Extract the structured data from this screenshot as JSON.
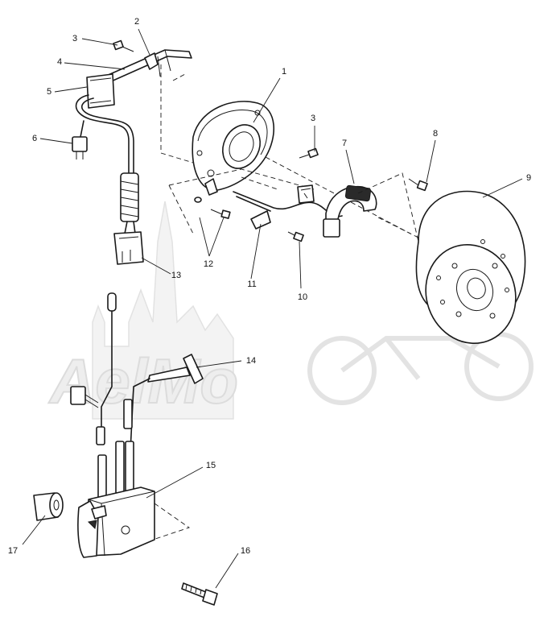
{
  "watermark": {
    "text": "AelMo"
  },
  "callouts": [
    {
      "id": "1",
      "label": "1"
    },
    {
      "id": "2",
      "label": "2"
    },
    {
      "id": "3a",
      "label": "3"
    },
    {
      "id": "3b",
      "label": "3"
    },
    {
      "id": "4",
      "label": "4"
    },
    {
      "id": "5",
      "label": "5"
    },
    {
      "id": "6",
      "label": "6"
    },
    {
      "id": "7",
      "label": "7"
    },
    {
      "id": "8",
      "label": "8"
    },
    {
      "id": "9",
      "label": "9"
    },
    {
      "id": "10",
      "label": "10"
    },
    {
      "id": "11",
      "label": "11"
    },
    {
      "id": "12",
      "label": "12"
    },
    {
      "id": "13",
      "label": "13"
    },
    {
      "id": "14",
      "label": "14"
    },
    {
      "id": "15",
      "label": "15"
    },
    {
      "id": "16",
      "label": "16"
    },
    {
      "id": "17",
      "label": "17"
    }
  ]
}
